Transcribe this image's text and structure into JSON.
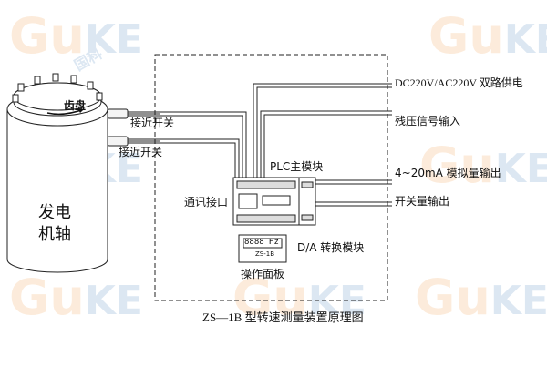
{
  "diagram": {
    "caption": "ZS—1B 型转速测量装置原理图",
    "shaft_label_line1": "发电",
    "shaft_label_line2": "机轴",
    "gear_label": "齿盘",
    "proximity_switch_1": "接近开关",
    "proximity_switch_2": "接近开关",
    "plc_label": "PLC主模块",
    "comm_port_label": "通讯接口",
    "da_label": "D/A 转换模块",
    "panel_label": "操作面板",
    "panel_display": "8888 Hz",
    "panel_subtext": "ZS-1B",
    "power_label": "DC220V/AC220V 双路供电",
    "residual_label": "残压信号输入",
    "analog_label": "4~20mA 模拟量输出",
    "switch_out_label": "开关量输出"
  },
  "watermark": {
    "text": "GuKE",
    "chinese": "国科",
    "color_orange": "#f08a24",
    "color_blue": "#2a6db5"
  }
}
